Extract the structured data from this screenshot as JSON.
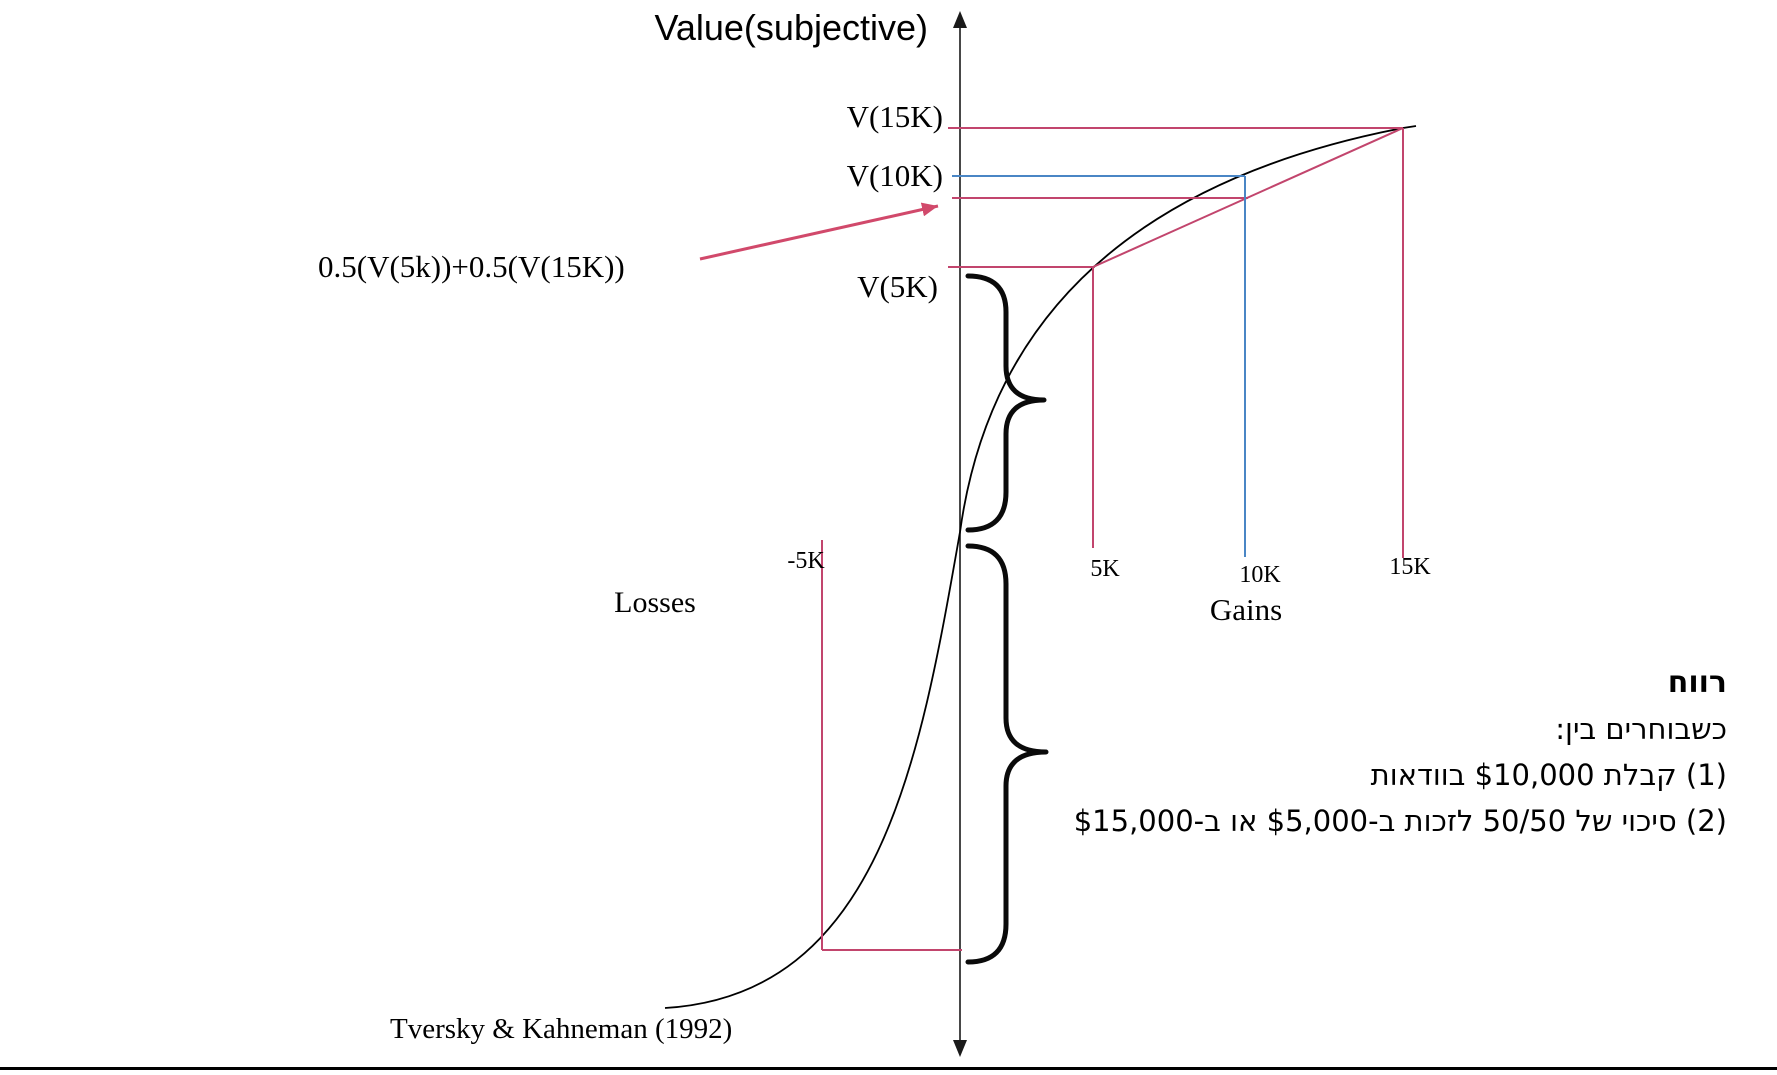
{
  "slide": {
    "title": "Value(subjective)",
    "citation": "Tversky & Kahneman (1992)"
  },
  "axis": {
    "losses": "Losses",
    "gains": "Gains",
    "ticks": {
      "minus5k": "-5K",
      "k5": "5K",
      "k10": "10K",
      "k15": "15K"
    }
  },
  "value_labels": {
    "v15k": "V(15K)",
    "v10k": "V(10K)",
    "v5k": "V(5K)",
    "expected": "0.5(V(5k))+0.5(V(15K))"
  },
  "note": {
    "title": "רווח",
    "line1": "כשבוחרים בין:",
    "line2": "(1) קבלת $10,000 בוודאות",
    "line3": "(2) סיכוי של 50/50 לזכות ב-$5,000 או ב-$15,000"
  },
  "colors": {
    "pink": "#c2456d",
    "blue": "#4a86c5",
    "arrow": "#d1496b",
    "ink": "#000000"
  },
  "chart_data": {
    "type": "line",
    "title": "Value(subjective)",
    "x_ticks": [
      "-5K",
      "5K",
      "10K",
      "15K"
    ],
    "regions": {
      "negative": "Losses",
      "positive": "Gains"
    },
    "curve_shape": "S-shaped prospect-theory value function: concave over gains, convex and steeper over losses, reference point at the origin",
    "marked_values": [
      "V(5K)",
      "V(10K)",
      "V(15K)",
      "0.5(V(5k))+0.5(V(15K))"
    ],
    "source": "Tversky & Kahneman (1992)"
  }
}
